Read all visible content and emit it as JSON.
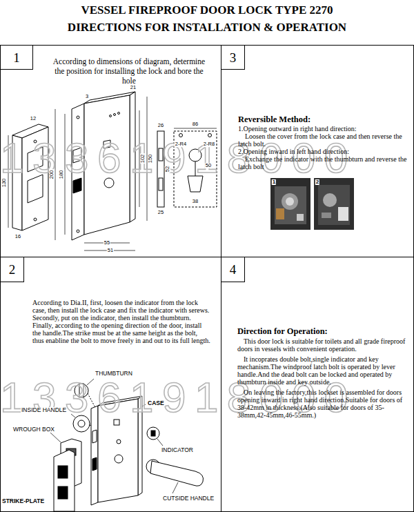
{
  "diagram": {
    "title": "VESSEL FIREPROOF DOOR LOCK TYPE 2270 DIRECTIONS FOR INSTALLATION & OPERATION",
    "nodes": [
      {
        "text": [
          "According to dimensions of diagram, determine the position for installing the lock and bore the hole"
        ]
      },
      {
        "text": [
          "1"
        ],
        "in": 0
      },
      {
        "text": [
          "Reversible Method:",
          "1.Opening outward in right hand direction:",
          "Loosen the cover from the lock case and then reverse the latch bolt.",
          "2.Opening inward in left hand direction:",
          "Exchange the indicator with the thumbturn and reverse the latch bolt"
        ]
      },
      {
        "text": [
          "3"
        ],
        "in": 2
      },
      {
        "text": [
          "According to Dia.II, first, loosen the indicator from the lock case, then install the lock case and fix the indicator with serews. Secondly, put on the indicator, then install the thumbturn. Finally, according to the opening direction of the door, install the handle.The strike must be at the same height as the bolt, thus enabline the bolt to move freely in and out to its full length."
        ]
      },
      {
        "text": [
          "2"
        ],
        "in": 4
      },
      {
        "text": [
          "Direction for Operation:",
          "This door lock is suitable for toilets and all grade fireproof doors in vessels with convenient operation.",
          "It incoprates double bolt,single indicator and key mechanism.The windproof latch bolt is operated by lever handle.And the dead bolt can be locked and operated by thumbturn inside and key outside.",
          "On leaving the factory,this lockset is assembled for doors opening inward in right hand direction.Suitable for doors of 38-42mm in thickness.(Also suitable for doors of 35-38mm,42-45mm,46-55mm.)"
        ]
      },
      {
        "text": [
          "4"
        ],
        "in": 6
      }
    ],
    "labels": [
      "3",
      "21",
      "200",
      "180",
      "130",
      "150",
      "102",
      "55",
      "51",
      "26",
      "52",
      "25",
      "86",
      "2-R4",
      "2-R8",
      "50",
      "38",
      "16",
      "12",
      "1",
      "2",
      "THUMBTURN",
      "INSIDE HANDLE",
      "CASE",
      "WROUGH BOX",
      "INDICATOR",
      "STRIKE-PLATE",
      "CUTSIDE HANDLE",
      "13361918000",
      "13361918000"
    ]
  }
}
